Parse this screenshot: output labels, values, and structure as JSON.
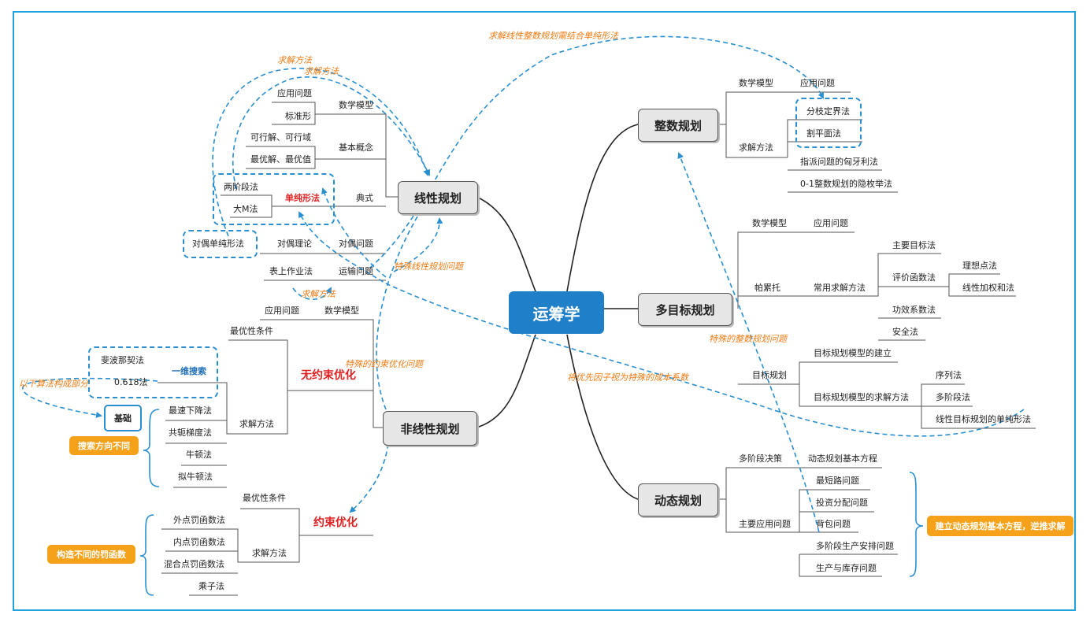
{
  "root": "运筹学",
  "lp": {
    "title": "线性规划",
    "model": "数学模型",
    "app": "应用问题",
    "std": "标准形",
    "basic": "基本概念",
    "feasible": "可行解、可行域",
    "optimal": "最优解、最优值",
    "canon": "典式",
    "twophase": "两阶段法",
    "simplex": "单纯形法",
    "bigm": "大M法",
    "dualprob": "对偶问题",
    "dualtheory": "对偶理论",
    "dualsimplex": "对偶单纯形法",
    "transport": "运输问题",
    "table": "表上作业法"
  },
  "nlp": {
    "title": "非线性规划",
    "model": "数学模型",
    "app": "应用问题",
    "unc": "无约束优化",
    "optcond": "最优性条件",
    "solve": "求解方法",
    "fib": "斐波那契法",
    "golden": "0.618法",
    "line": "一维搜索",
    "sd": "最速下降法",
    "cg": "共轭梯度法",
    "newton": "牛顿法",
    "qn": "拟牛顿法",
    "basis": "基础",
    "dir": "搜索方向不同",
    "con": "约束优化",
    "optcond2": "最优性条件",
    "solve2": "求解方法",
    "ext": "外点罚函数法",
    "int": "内点罚函数法",
    "mix": "混合点罚函数法",
    "mult": "乘子法",
    "pen": "构造不同的罚函数"
  },
  "ip": {
    "title": "整数规划",
    "model": "数学模型",
    "app": "应用问题",
    "solve": "求解方法",
    "bb": "分枝定界法",
    "cut": "割平面法",
    "hung": "指派问题的匈牙利法",
    "zero": "0-1整数规划的隐枚举法"
  },
  "mop": {
    "title": "多目标规划",
    "model": "数学模型",
    "app": "应用问题",
    "pareto": "帕累托",
    "common": "常用求解方法",
    "main": "主要目标法",
    "eval": "评价函数法",
    "ideal": "理想点法",
    "linw": "线性加权和法",
    "eff": "功效系数法",
    "safe": "安全法",
    "gp": "目标规划",
    "build": "目标规划模型的建立",
    "gpsolve": "目标规划模型的求解方法",
    "seq": "序列法",
    "multi": "多阶段法",
    "gpsimplex": "线性目标规划的单纯形法"
  },
  "dp": {
    "title": "动态规划",
    "multistage": "多阶段决策",
    "eq": "动态规划基本方程",
    "apps": "主要应用问题",
    "shortest": "最短路问题",
    "invest": "投资分配问题",
    "knap": "背包问题",
    "prod": "多阶段生产安排问题",
    "inv": "生产与库存问题",
    "note": "建立动态规划基本方程，逆推求解"
  },
  "ann": {
    "a1": "求解线性整数规划需结合单纯形法",
    "a2": "求解方法",
    "a3": "求解方法",
    "a4": "特殊线性规划问题",
    "a5": "求解方法",
    "a6": "特殊的约束优化问题",
    "a7": "以下算法构成部分",
    "a8": "特殊的整数规划问题",
    "a9": "将优先因子视为特殊的成本系数"
  }
}
